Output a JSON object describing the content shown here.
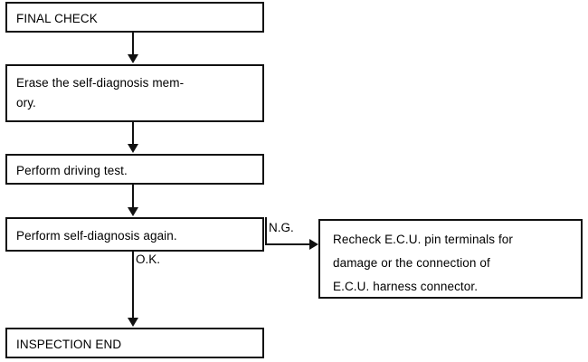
{
  "diagram": {
    "title": "FINAL CHECK",
    "colors": {
      "background": "#ffffff",
      "line": "#111111",
      "text": "#000000"
    },
    "nodes": {
      "final_check": "FINAL CHECK",
      "erase_memory": "Erase the self-diagnosis mem-\nory.",
      "driving_test": "Perform driving test.",
      "self_diagnosis_again": "Perform self-diagnosis again.",
      "inspection_end": "INSPECTION END",
      "recheck_ecu": "Recheck E.C.U. pin terminals for\ndamage or the connection of\nE.C.U. harness connector."
    },
    "branch_labels": {
      "ng": "N.G.",
      "ok": "O.K."
    },
    "edges": [
      {
        "from": "final_check",
        "to": "erase_memory",
        "label": ""
      },
      {
        "from": "erase_memory",
        "to": "driving_test",
        "label": ""
      },
      {
        "from": "driving_test",
        "to": "self_diagnosis_again",
        "label": ""
      },
      {
        "from": "self_diagnosis_again",
        "to": "inspection_end",
        "label": "O.K."
      },
      {
        "from": "self_diagnosis_again",
        "to": "recheck_ecu",
        "label": "N.G."
      }
    ]
  }
}
